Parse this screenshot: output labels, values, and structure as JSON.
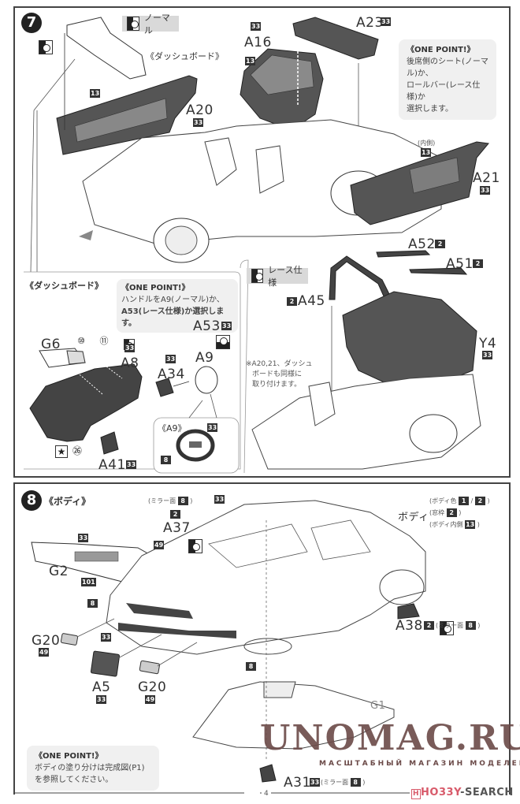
{
  "page_number": "4",
  "step7": {
    "number": "7",
    "tag_normal": "ノーマル",
    "dashboard_caption": "《ダッシュボード》",
    "one_point_title": "《ONE POINT!》",
    "one_point_lines": [
      "後席側のシート(ノーマル)か、",
      "ロールバー(レース仕様)か",
      "選択します。"
    ],
    "parts": {
      "A23": {
        "label": "A23",
        "color": "33"
      },
      "A16": {
        "label": "A16",
        "color_top": "33",
        "color_side": "13"
      },
      "A20": {
        "label": "A20",
        "color": "33",
        "color_inner": "13"
      },
      "A21": {
        "label": "A21",
        "color": "33",
        "color_inner": "13",
        "inner_note": "(内側)"
      }
    },
    "dash_section": {
      "title": "《ダッシュボード》",
      "one_point_title": "《ONE POINT!》",
      "one_point_line1": "ハンドルをA9(ノーマル)か、",
      "one_point_line2": "A53(レース仕様)か選択します。",
      "G6": "G6",
      "G6_colors": [
        "⑩",
        "⑪"
      ],
      "A8": "A8",
      "A8_color": "33",
      "A34": "A34",
      "A34_color": "33",
      "A53": "A53",
      "A53_color": "33",
      "A9": "A9",
      "A41": "A41",
      "A41_color": "33",
      "decal": "㉖",
      "A9_detail": "《A9》",
      "A9_detail_color1": "33",
      "A9_detail_color2": "8"
    },
    "race_section": {
      "tag_race": "レース仕様",
      "A52": "A52",
      "A52_color": "2",
      "A51": "A51",
      "A51_color": "2",
      "A45": "A45",
      "A45_color": "2",
      "Y4": "Y4",
      "Y4_color": "33",
      "note_lines": [
        "※A20,21、ダッシュ",
        "ボードも同様に",
        "取り付けます。"
      ]
    }
  },
  "step8": {
    "number": "8",
    "title": "《ボディ》",
    "mirror_note": "(ミラー面",
    "mirror_color": "8",
    "close_paren": ")",
    "A37": "A37",
    "A37_color": "2",
    "G2": "G2",
    "G2_color1": "33",
    "G2_color2": "101",
    "G2_color3": "49",
    "body_label": "ボディ",
    "body_color_note": "(ボディ色",
    "body_color1": "1",
    "body_color_sep": "/",
    "body_color2": "2",
    "window_note": "(窓枠",
    "window_color": "2",
    "inner_note": "(ボディ内側",
    "inner_color": "13",
    "roof_color": "33",
    "A38": "A38",
    "A38_color": "2",
    "front_color_8": "8",
    "grille_color": "33",
    "G20_left": "G20",
    "G20_left_color": "49",
    "A5": "A5",
    "A5_color": "33",
    "G20_right": "G20",
    "G20_right_color": "49",
    "bumper_color": "8",
    "A31": "A31",
    "A31_color": "33",
    "G1": "G1",
    "one_point_title": "《ONE POINT!》",
    "one_point_line1": "ボディの塗り分けは完成図(P1)",
    "one_point_line2": "を参照してください。"
  },
  "watermark": {
    "main": "UNOMAG.RU",
    "sub": "МАСШТАБНЫЙ МАГАЗИН МОДЕЛЕЙ"
  },
  "hobbysearch": {
    "brand": "H",
    "mark": "HO33Y",
    "rest": "-SEARCH"
  }
}
